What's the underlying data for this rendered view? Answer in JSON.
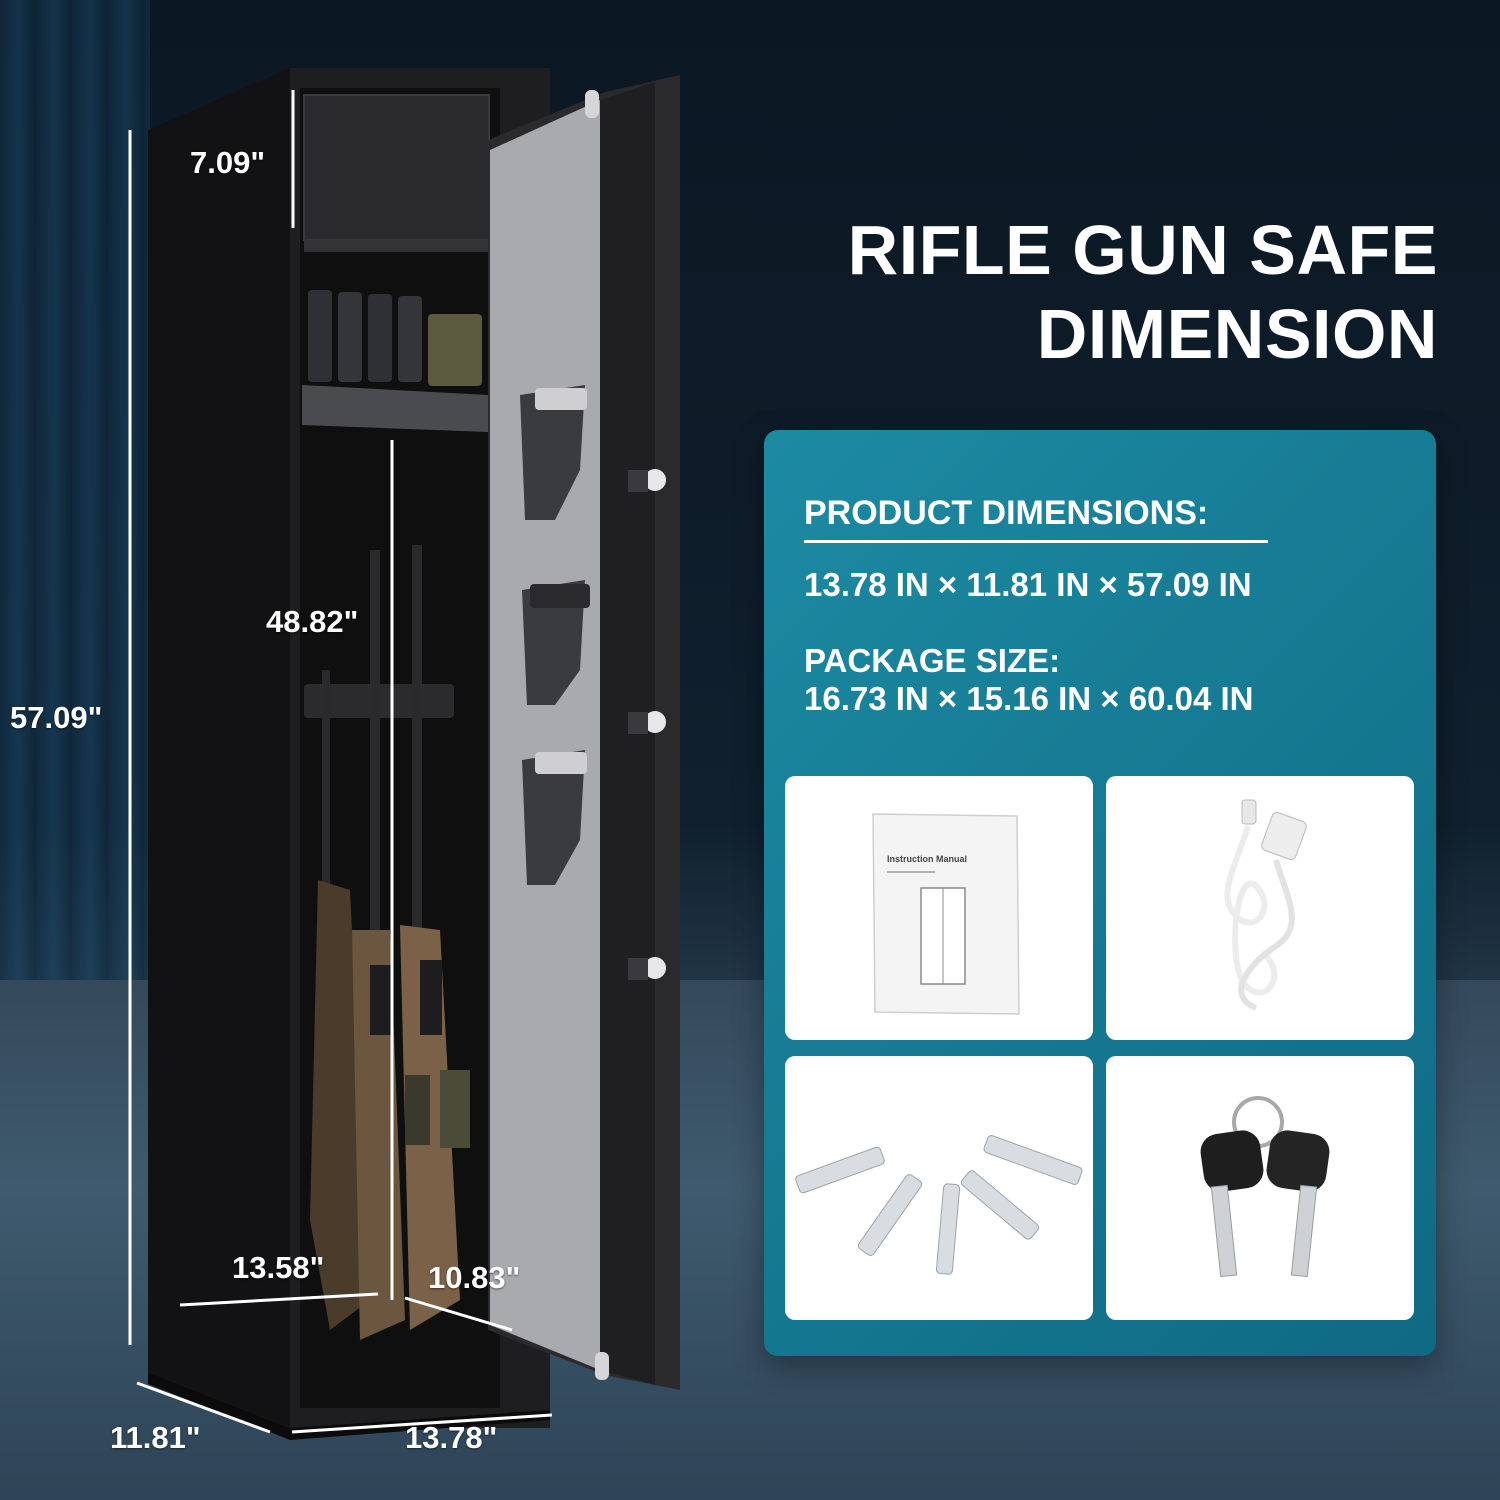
{
  "headline": {
    "line1": "RIFLE GUN SAFE",
    "line2": "DIMENSION"
  },
  "spec_card": {
    "heading": "PRODUCT DIMENSIONS:",
    "product_dims": "13.78 IN × 11.81 IN × 57.09 IN",
    "package_label": "PACKAGE SIZE:",
    "package_dims": "16.73 IN × 15.16 IN × 60.04 IN",
    "accessories": [
      {
        "name": "instruction-manual"
      },
      {
        "name": "usb-cable"
      },
      {
        "name": "expansion-bolts"
      },
      {
        "name": "keys"
      }
    ],
    "manual_cover_text": "Instruction Manual"
  },
  "dimensions": {
    "top_compartment": "7.09\"",
    "interior_height": "48.82\"",
    "total_height": "57.09\"",
    "interior_width": "13.58\"",
    "interior_depth": "10.83\"",
    "depth": "11.81\"",
    "width": "13.78\""
  },
  "colors": {
    "card": "#167b94",
    "safe_body": "#1c1c1e",
    "door_panel": "#a9aaae",
    "text": "#ffffff"
  }
}
